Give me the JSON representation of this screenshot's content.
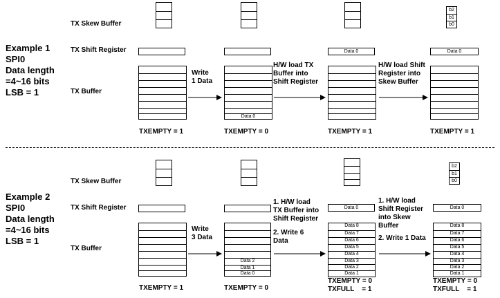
{
  "example1": {
    "title_lines": [
      "Example 1",
      "SPI0",
      "Data length",
      "=4~16 bits",
      "LSB = 1"
    ],
    "labels": {
      "skew": "TX Skew Buffer",
      "shift": "TX Shift Register",
      "buffer": "TX Buffer"
    },
    "stages": [
      {
        "skew": [
          "",
          "",
          ""
        ],
        "shift": "",
        "buffer": [
          "",
          "",
          "",
          "",
          "",
          "",
          "",
          ""
        ],
        "status": [
          "TXEMPTY = 1"
        ]
      },
      {
        "skew": [
          "",
          "",
          ""
        ],
        "shift": "",
        "buffer": [
          "",
          "",
          "",
          "",
          "",
          "",
          "",
          "Data 0"
        ],
        "status": [
          "TXEMPTY = 0"
        ]
      },
      {
        "skew": [
          "",
          "",
          ""
        ],
        "shift": "Data 0",
        "buffer": [
          "",
          "",
          "",
          "",
          "",
          "",
          "",
          ""
        ],
        "status": [
          "TXEMPTY = 1"
        ]
      },
      {
        "skew": [
          "b2",
          "b1",
          "b0"
        ],
        "shift": "Data 0",
        "buffer": [
          "",
          "",
          "",
          "",
          "",
          "",
          "",
          ""
        ],
        "status": [
          "TXEMPTY = 1"
        ]
      }
    ],
    "arrows": [
      {
        "lines": [
          "Write",
          "1 Data"
        ]
      },
      {
        "lines": [
          "H/W load TX",
          "Buffer into",
          "Shift Register"
        ]
      },
      {
        "lines": [
          "H/W load Shift",
          "Register into",
          "Skew Buffer"
        ]
      }
    ]
  },
  "example2": {
    "title_lines": [
      "Example 2",
      "SPI0",
      "Data length",
      "=4~16 bits",
      "LSB = 1"
    ],
    "labels": {
      "skew": "TX Skew Buffer",
      "shift": "TX Shift Register",
      "buffer": "TX Buffer"
    },
    "stages": [
      {
        "skew": [
          "",
          "",
          ""
        ],
        "shift": "",
        "buffer": [
          "",
          "",
          "",
          "",
          "",
          "",
          "",
          ""
        ],
        "status": [
          "TXEMPTY = 1"
        ]
      },
      {
        "skew": [
          "",
          "",
          ""
        ],
        "shift": "",
        "buffer": [
          "",
          "",
          "",
          "",
          "",
          "Data 2",
          "Data 1",
          "Data 0"
        ],
        "status": [
          "TXEMPTY = 0"
        ]
      },
      {
        "skew": [
          "",
          "",
          "",
          ""
        ],
        "shift": "Data 0",
        "buffer": [
          "Data 8",
          "Data 7",
          "Data 6",
          "Data 5",
          "Data 4",
          "Data 3",
          "Data 2",
          "Data 1"
        ],
        "status": [
          "TXEMPTY = 0",
          "TXFULL    = 1"
        ]
      },
      {
        "skew": [
          "b2",
          "b1",
          "b0"
        ],
        "shift": "Data 0",
        "buffer": [
          "Data 8",
          "Data 7",
          "Data 6",
          "Data 5",
          "Data 4",
          "Data 3",
          "Data 2",
          "Data 1"
        ],
        "status": [
          "TXEMPTY = 0",
          "TXFULL    = 1"
        ]
      }
    ],
    "arrows": [
      {
        "lines": [
          "Write",
          "3 Data"
        ]
      },
      {
        "lines": [
          "1. H/W load",
          "TX Buffer into",
          "Shift Register",
          "",
          "2. Write 6",
          "Data"
        ]
      },
      {
        "lines": [
          "1. H/W load",
          "Shift Register",
          "into Skew",
          "Buffer",
          "",
          "2. Write 1 Data"
        ]
      }
    ]
  }
}
